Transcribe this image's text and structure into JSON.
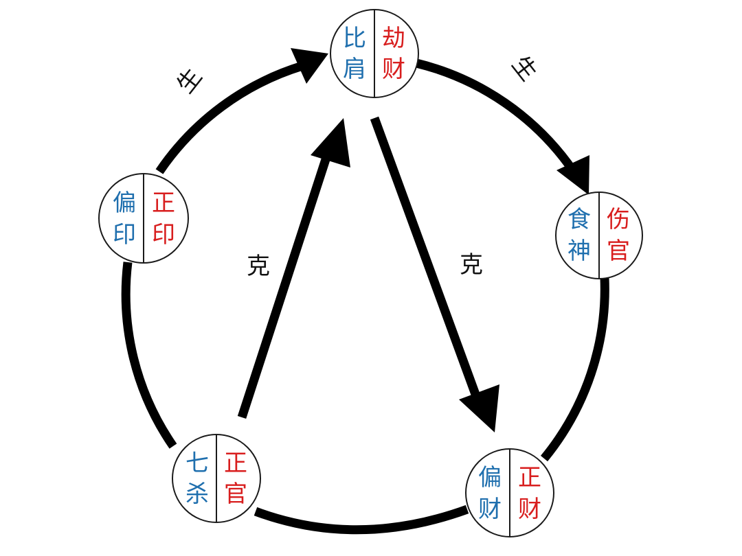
{
  "colors": {
    "left_text": "#1f6fae",
    "right_text": "#d81e1e",
    "arrow": "#000000"
  },
  "nodes": {
    "bijian": {
      "left": [
        "比",
        "肩"
      ],
      "right": [
        "劫",
        "财"
      ]
    },
    "shishen": {
      "left": [
        "食",
        "神"
      ],
      "right": [
        "伤",
        "官"
      ]
    },
    "caixing": {
      "left": [
        "偏",
        "财"
      ],
      "right": [
        "正",
        "财"
      ]
    },
    "guansha": {
      "left": [
        "七",
        "杀"
      ],
      "right": [
        "正",
        "官"
      ]
    },
    "yinxing": {
      "left": [
        "偏",
        "印"
      ],
      "right": [
        "正",
        "印"
      ]
    }
  },
  "relations": {
    "sheng_left": "生",
    "sheng_right": "生",
    "ke_left": "克",
    "ke_right": "克"
  }
}
